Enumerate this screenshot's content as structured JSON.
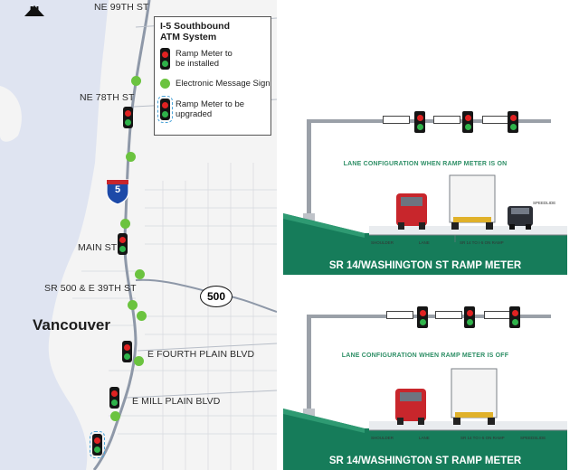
{
  "map": {
    "north_letter": "N",
    "city": "Vancouver",
    "streets": {
      "ne99": "NE 99TH ST",
      "ne78": "NE 78TH ST",
      "main": "MAIN ST",
      "sr500": "SR 500 & E 39TH ST",
      "fourth": "E FOURTH PLAIN BLVD",
      "mill": "E MILL PLAIN BLVD"
    },
    "shields": {
      "i5": "5",
      "sr500": "500"
    },
    "colors": {
      "water": "#dfe4f1",
      "land": "#f3f3f3",
      "highway": "#9aa4b3",
      "dot": "#6bc33f",
      "meter_outline": "#4aa3d8"
    }
  },
  "legend": {
    "title_line1": "I-5 Southbound",
    "title_line2": "ATM System",
    "items": [
      {
        "icon": "ramp-meter-icon",
        "line1": "Ramp Meter to",
        "line2": "be installed"
      },
      {
        "icon": "message-sign-icon",
        "line1": "Electronic Message Sign",
        "line2": ""
      },
      {
        "icon": "ramp-meter-upgrade-icon",
        "line1": "Ramp Meter to be",
        "line2": "upgraded"
      }
    ]
  },
  "panels": [
    {
      "config": "LANE CONFIGURATION WHEN RAMP METER IS ON",
      "banner": "SR 14/WASHINGTON ST RAMP METER",
      "small": {
        "speed": "SPEEDLIDE",
        "shoulder": "SHOULDER",
        "lane": "LANE",
        "wash": "SR 14 TO I-5 ON RAMP"
      }
    },
    {
      "config": "LANE CONFIGURATION WHEN RAMP METER IS OFF",
      "banner": "SR 14/WASHINGTON ST RAMP METER",
      "small": {
        "shoulder": "SHOULDER",
        "lane": "LANE",
        "wash": "SR 14 TO I-5 ON RAMP",
        "speed": "SPEEDSLIDE"
      }
    }
  ],
  "colors": {
    "banner": "#167c5a",
    "config_text": "#2e8f66",
    "truck_red": "#c8262c"
  }
}
